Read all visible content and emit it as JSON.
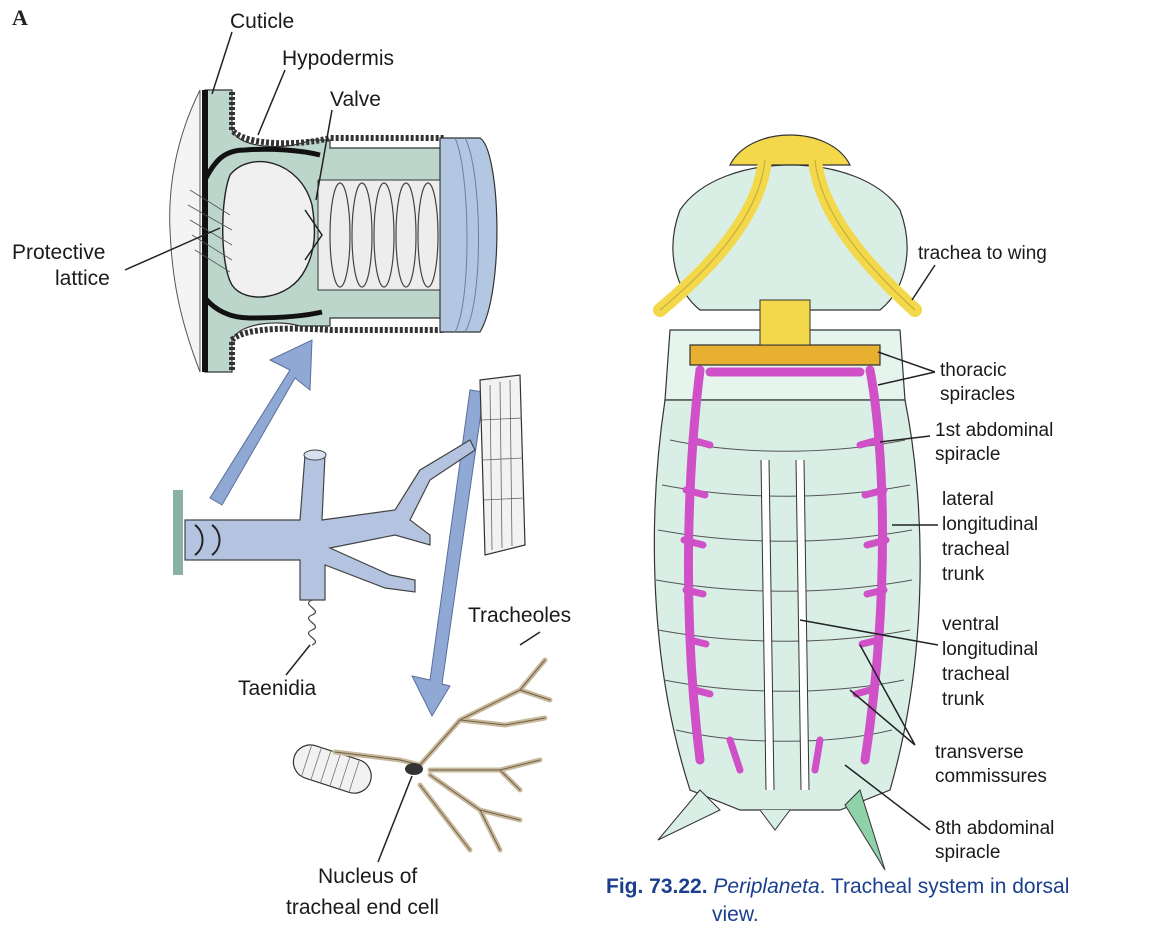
{
  "panel_letter": "A",
  "left_figure": {
    "labels": {
      "cuticle": "Cuticle",
      "hypodermis": "Hypodermis",
      "valve": "Valve",
      "protective_lattice_1": "Protective",
      "protective_lattice_2": "lattice",
      "taenidia": "Taenidia",
      "tracheoles": "Tracheoles",
      "nucleus_1": "Nucleus of",
      "nucleus_2": "tracheal end cell"
    }
  },
  "right_figure": {
    "labels": {
      "trachea_to_wing": "trachea to wing",
      "thoracic_spiracles_1": "thoracic",
      "thoracic_spiracles_2": "spiracles",
      "first_abdominal_1": "1st abdominal",
      "first_abdominal_2": "spiracle",
      "lateral_1": "lateral",
      "lateral_2": "longitudinal",
      "lateral_3": "tracheal",
      "lateral_4": "trunk",
      "ventral_1": "ventral",
      "ventral_2": "longitudinal",
      "ventral_3": "tracheal",
      "ventral_4": "trunk",
      "transverse_1": "transverse",
      "transverse_2": "commissures",
      "eighth_abdominal_1": "8th abdominal",
      "eighth_abdominal_2": "spiracle"
    },
    "caption": {
      "number": "Fig. 73.22.",
      "genus": "Periplaneta",
      "text_1": ". Tracheal system in dorsal",
      "text_2": "view."
    }
  },
  "colors": {
    "tissue": "#bcd6cc",
    "trachea_blue": "#a8bcd8",
    "arrow_blue": "#8fa8d4",
    "magenta": "#d050c8",
    "yellow": "#f2d84a",
    "orange": "#e8b030",
    "body_green": "#d9efe6",
    "caption_blue": "#1b3f8f"
  }
}
